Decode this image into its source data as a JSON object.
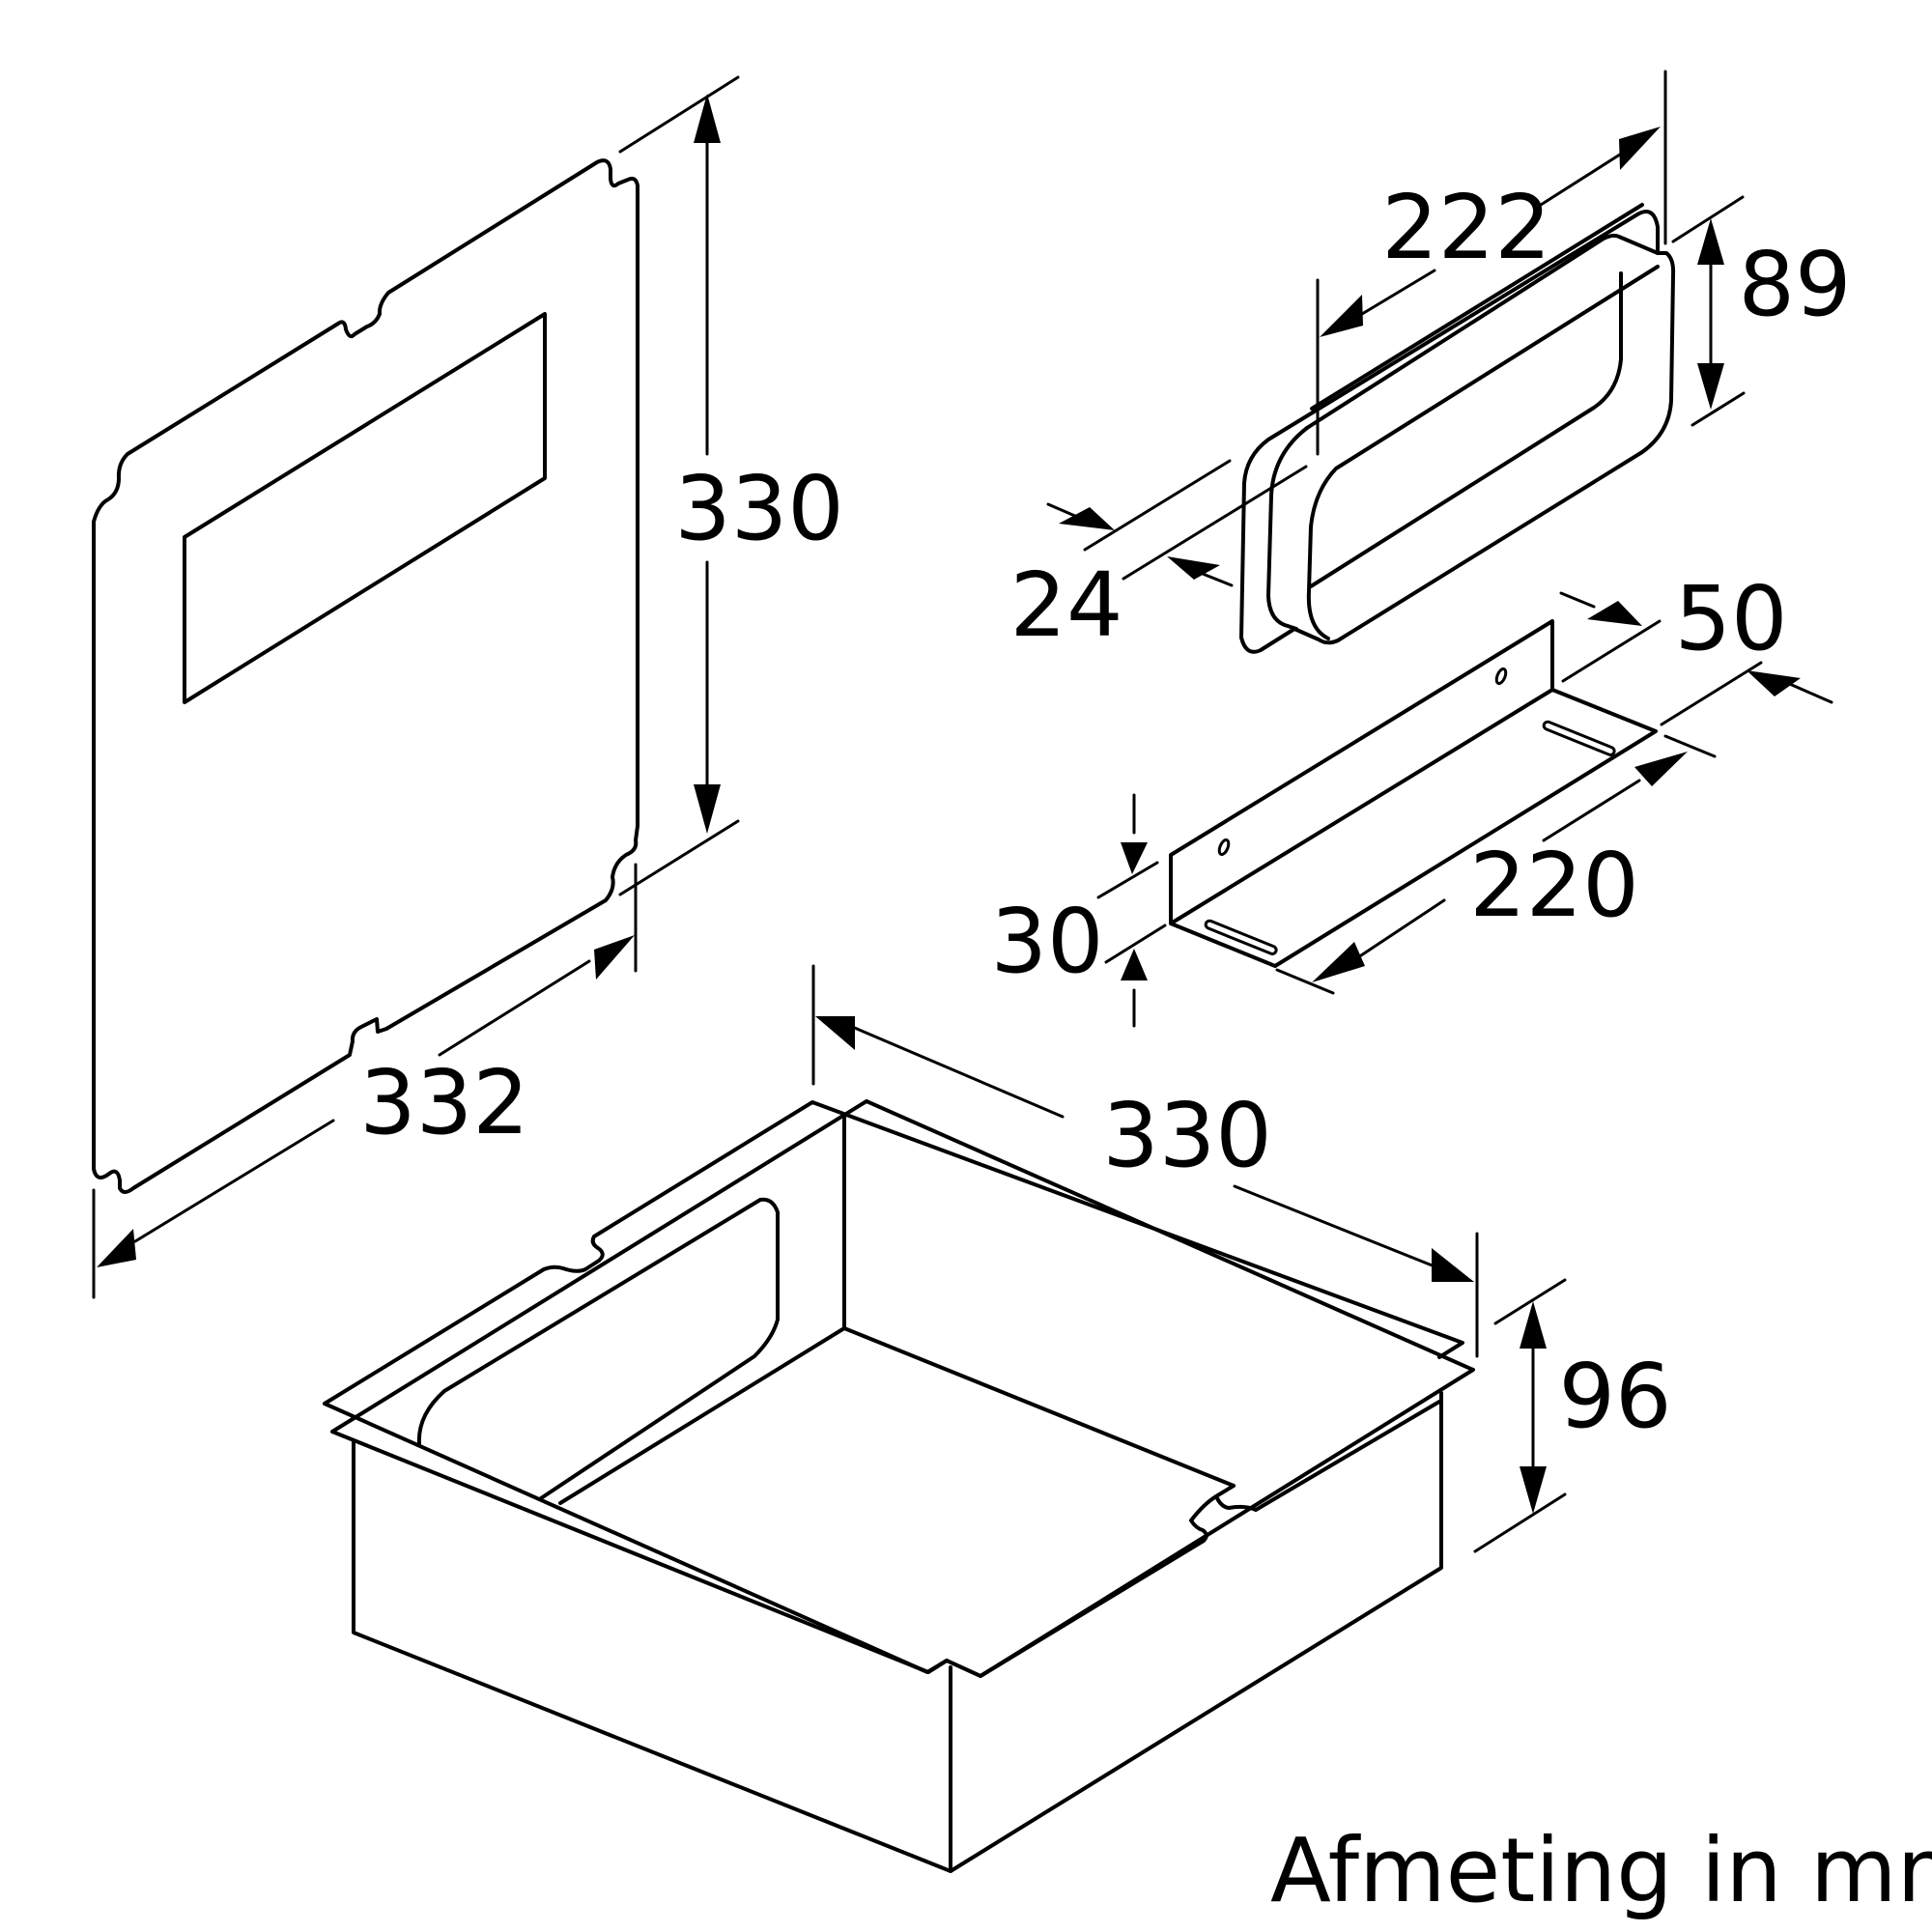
{
  "caption": "Afmeting in mm",
  "dimensions": {
    "panel_height": "330",
    "panel_width": "332",
    "duct_length": "222",
    "duct_height": "89",
    "duct_depth": "24",
    "bracket_length": "220",
    "bracket_width": "50",
    "bracket_height": "30",
    "tray_width": "330",
    "tray_height": "96"
  }
}
